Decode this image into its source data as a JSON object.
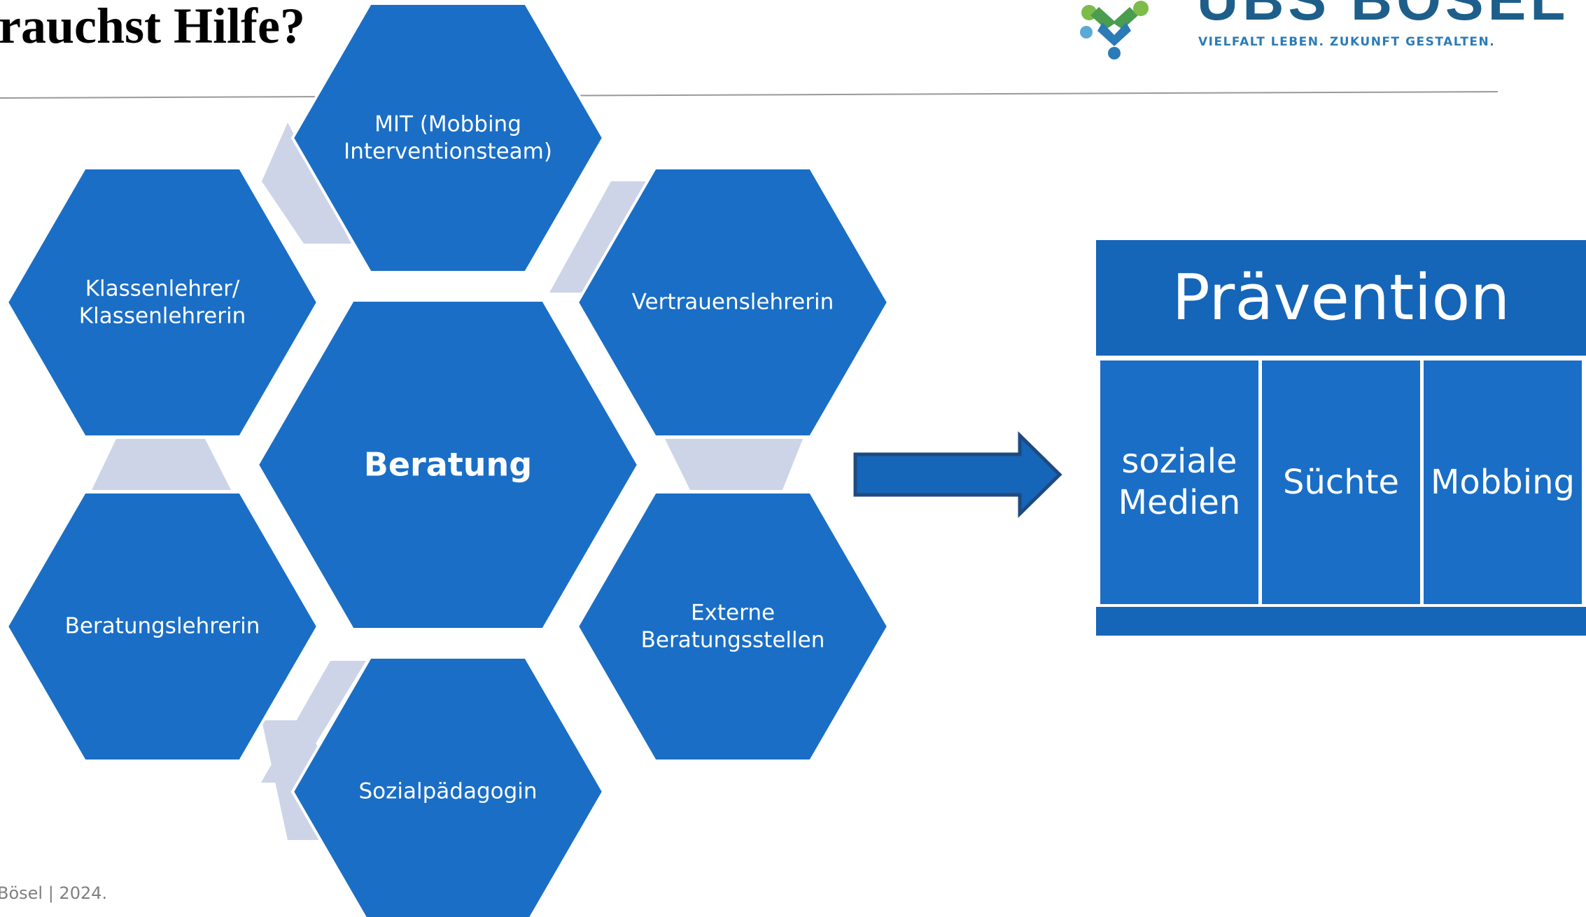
{
  "slide": {
    "title": "rauchst Hilfe?",
    "footer": "Bösel | 2024."
  },
  "logo": {
    "brand": "UBS BÖSEL",
    "tagline": "VIELFALT LEBEN. ZUKUNFT GESTALTEN."
  },
  "diagram": {
    "center": "Beratung",
    "nodes": [
      "MIT (Mobbing\nInterventionsteam)",
      "Vertrauenslehrerin",
      "Externe\nBeratungsstellen",
      "Sozialpädagogin",
      "Beratungslehrerin",
      "Klassenlehrer/\nKlassenlehrerin"
    ]
  },
  "prevention": {
    "title": "Prävention",
    "columns": [
      "soziale\nMedien",
      "Süchte",
      "Mobbing"
    ]
  },
  "colors": {
    "hex_fill": "#1a6ec6",
    "hex_stroke": "#ffffff",
    "connector": "#cdd4e8",
    "arrow_fill": "#1565b8",
    "arrow_stroke": "#1d4a80",
    "rule": "#999999"
  }
}
